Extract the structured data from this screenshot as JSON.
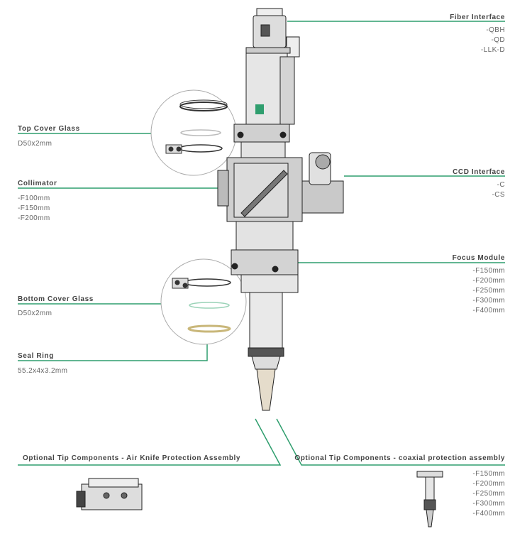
{
  "accent_color": "#2f9e6e",
  "callouts": {
    "fiber_interface": {
      "title": "Fiber Interface",
      "items": [
        "-QBH",
        "-QD",
        "-LLK-D"
      ]
    },
    "top_cover_glass": {
      "title": "Top Cover Glass",
      "items": [
        "D50x2mm"
      ]
    },
    "collimator": {
      "title": "Collimator",
      "items": [
        "-F100mm",
        "-F150mm",
        "-F200mm"
      ]
    },
    "ccd_interface": {
      "title": "CCD Interface",
      "items": [
        "-C",
        "-CS"
      ]
    },
    "focus_module": {
      "title": "Focus Module",
      "items": [
        "-F150mm",
        "-F200mm",
        "-F250mm",
        "-F300mm",
        "-F400mm"
      ]
    },
    "bottom_cover_glass": {
      "title": "Bottom Cover Glass",
      "items": [
        "D50x2mm"
      ]
    },
    "seal_ring": {
      "title": "Seal Ring",
      "items": [
        "55.2x4x3.2mm"
      ]
    },
    "air_knife": {
      "title": "Optional Tip Components - Air Knife Protection Assembly"
    },
    "coaxial": {
      "title": "Optional Tip Components - coaxial protection assembly",
      "items": [
        "-F150mm",
        "-F200mm",
        "-F250mm",
        "-F300mm",
        "-F400mm"
      ]
    }
  }
}
